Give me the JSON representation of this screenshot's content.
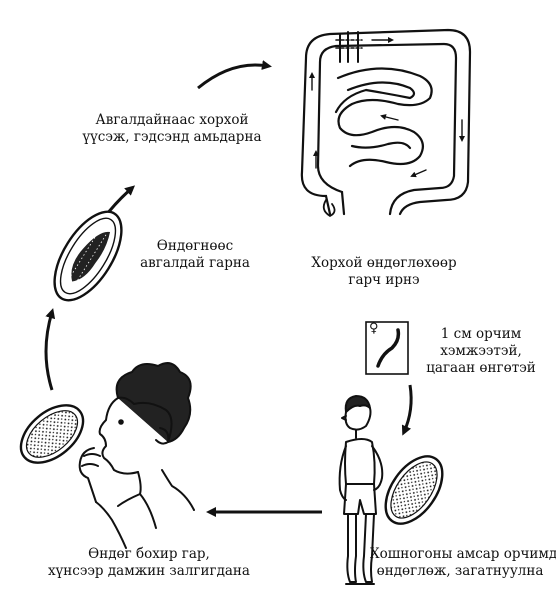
{
  "captions": {
    "swallow": [
      "Авгалдайнаас хорхой",
      "үүсэж, гэдсэнд амьдарна"
    ],
    "worms_exit": [
      "Хорхой өндөглөхөөр",
      "гарч ирнэ"
    ],
    "size": [
      "1 см орчим",
      "хэмжээтэй,",
      "цагаан өнгөтэй"
    ],
    "lay_eggs": [
      "Хошногоны амсар орчимд",
      "өндөглөж, загатнуулна"
    ],
    "hand_mouth": [
      "Өндөг бохир гар,",
      "хүнсээр дамжин залгигдана"
    ],
    "larva_hatch": [
      "Өндөгнөөс",
      "авгалдай гарна"
    ]
  },
  "icons": {
    "female_symbol": "♀"
  }
}
